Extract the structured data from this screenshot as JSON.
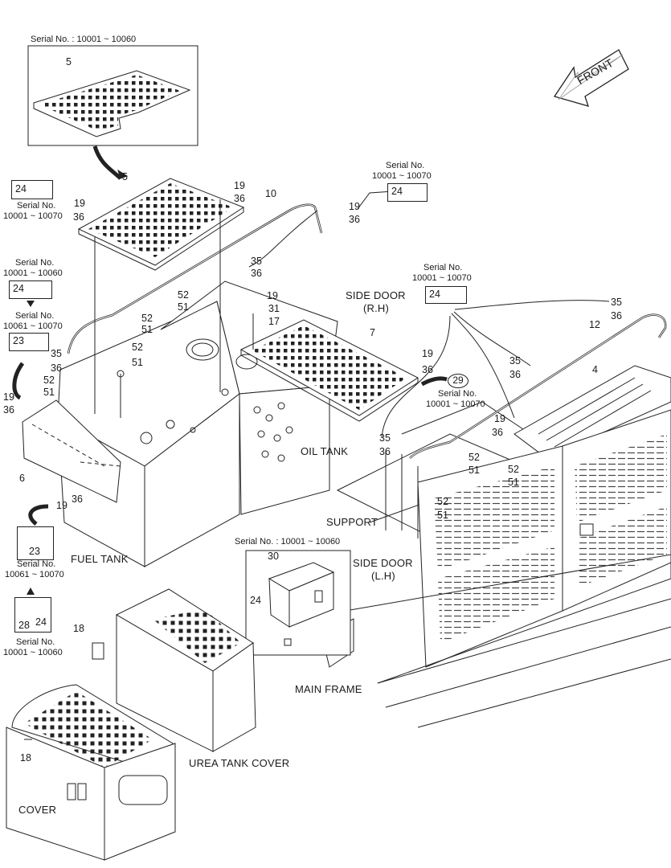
{
  "front_label": "FRONT",
  "serial": {
    "inset_title": "Serial No. : 10001 ~ 10060",
    "battery_title": "Serial No. : 10001 ~ 10060",
    "s1": "Serial No.",
    "r10070": "10001 ~ 10070",
    "r10060": "10001 ~ 10060",
    "r10061": "10061 ~ 10070"
  },
  "labels": {
    "side_door_rh_1": "SIDE DOOR",
    "side_door_rh_2": "(R.H)",
    "oil_tank": "OIL TANK",
    "support": "SUPPORT",
    "side_door_lh_1": "SIDE DOOR",
    "side_door_lh_2": "(L.H)",
    "fuel_tank": "FUEL TANK",
    "main_frame": "MAIN FRAME",
    "urea_tank_cover": "UREA TANK COVER",
    "cover": "COVER"
  },
  "parts": {
    "p4": "4",
    "p5": "5",
    "p6": "6",
    "p7": "7",
    "p10": "10",
    "p12": "12",
    "p17": "17",
    "p18": "18",
    "p19": "19",
    "p23": "23",
    "p24": "24",
    "p28": "28",
    "p29": "29",
    "p30": "30",
    "p31": "31",
    "p35": "35",
    "p36": "36",
    "p51": "51",
    "p52": "52"
  }
}
